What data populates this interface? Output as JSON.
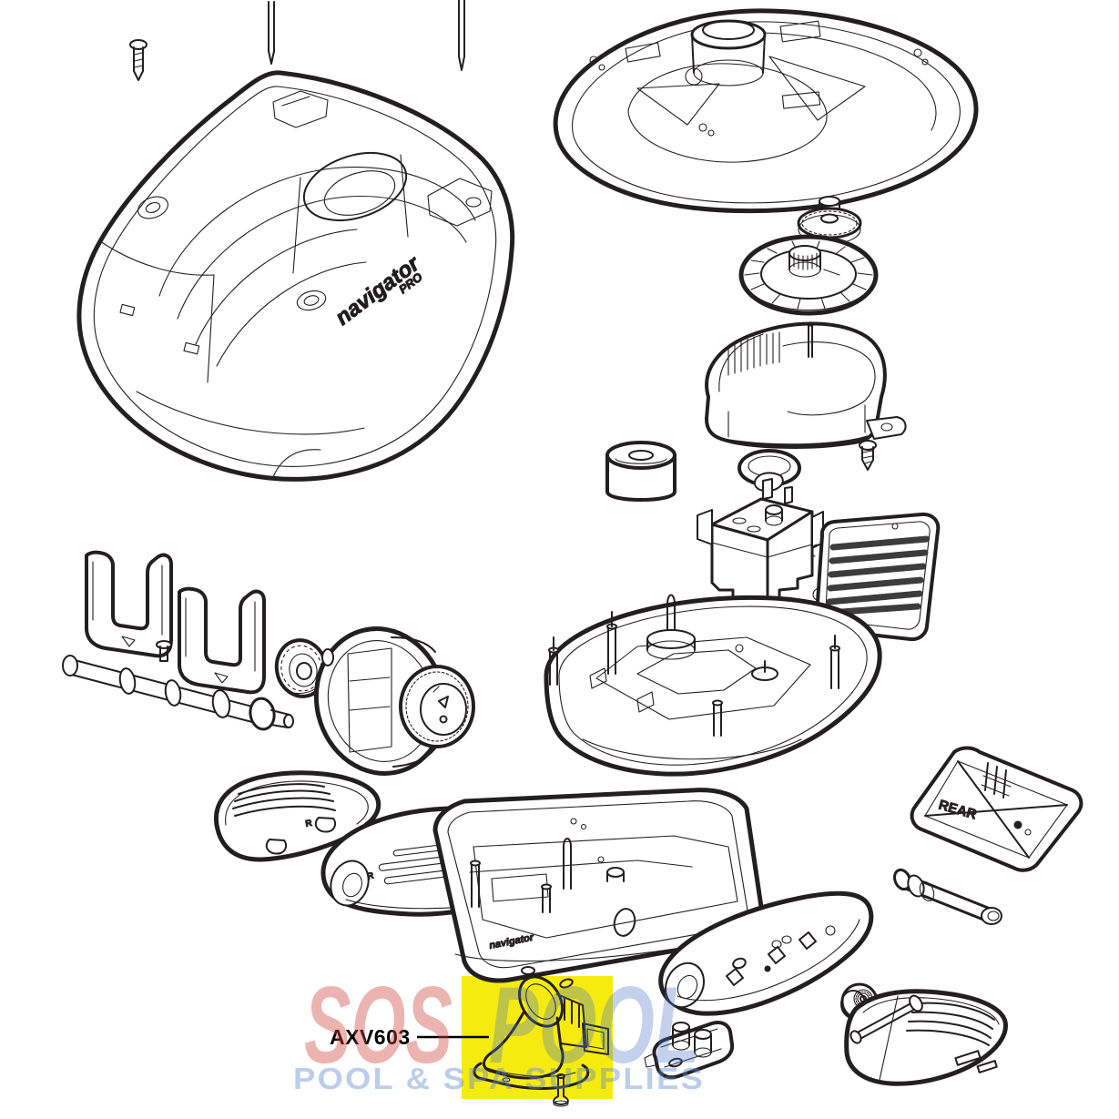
{
  "page": {
    "background": "#ffffff"
  },
  "diagram": {
    "line_color": "#231f20",
    "highlight": {
      "color": "#f6eb0e"
    },
    "callout": {
      "part_number": "AXV603"
    },
    "markings": {
      "rear_flap": "REAR",
      "housing_logo_word": "navigator",
      "housing_logo_suffix": "PRO",
      "body_logo_word": "navigator",
      "mold_letter": "R"
    }
  },
  "watermark": {
    "word1": "SOS",
    "word2": "POOL",
    "tagline": "POOL & SPA SUPPLIES",
    "word1_color": "#d0453c",
    "word2_color": "#4a73c8",
    "tagline_color": "#6189cf"
  }
}
